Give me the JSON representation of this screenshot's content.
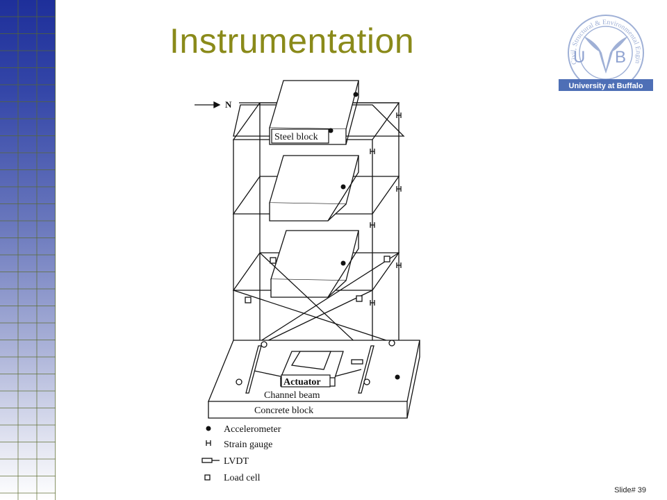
{
  "slide": {
    "title": "Instrumentation",
    "number": "Slide# 39"
  },
  "logo": {
    "ring_text": "Civil, Structural & Environmental Engineering",
    "letters": "U B",
    "banner": "University at Buffalo"
  },
  "diagram": {
    "north_label": "N",
    "labels": {
      "steel_block": "Steel block",
      "actuator": "Actuator",
      "channel_beam": "Channel beam",
      "concrete_block": "Concrete block"
    },
    "legend": [
      {
        "symbol": "accelerometer-symbol",
        "label": "Accelerometer"
      },
      {
        "symbol": "strain-gauge-symbol",
        "label": "Strain gauge"
      },
      {
        "symbol": "lvdt-symbol",
        "label": "LVDT"
      },
      {
        "symbol": "load-cell-symbol",
        "label": "Load cell"
      }
    ]
  },
  "colors": {
    "title": "#8a8a1a",
    "strip_top": "#1e2f9a",
    "logo_blue": "#5b78b8"
  }
}
